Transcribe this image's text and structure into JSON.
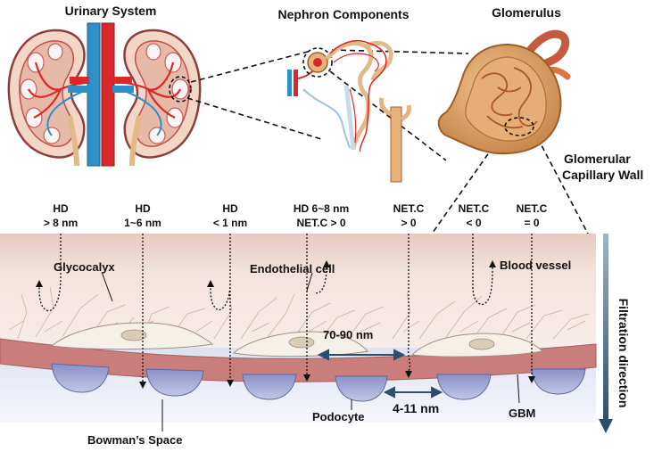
{
  "top_labels": {
    "urinary_system": "Urinary System",
    "nephron_components": "Nephron Components",
    "glomerulus": "Glomerulus",
    "glomerular_capillary_wall_line1": "Glomerular",
    "glomerular_capillary_wall_line2": "Capillary Wall"
  },
  "columns": [
    {
      "line1": "HD",
      "line2": "> 8 nm"
    },
    {
      "line1": "HD",
      "line2": "1~6 nm"
    },
    {
      "line1": "HD",
      "line2": "< 1 nm"
    },
    {
      "line1": "HD 6~8 nm",
      "line2": "NET.C > 0"
    },
    {
      "line1": "NET.C",
      "line2": "> 0"
    },
    {
      "line1": "NET.C",
      "line2": "< 0"
    },
    {
      "line1": "NET.C",
      "line2": "= 0"
    }
  ],
  "wall_labels": {
    "glycocalyx": "Glycocalyx",
    "endothelial_cell": "Endothelial cell",
    "blood_vessel": "Blood vessel",
    "fenestra_size": "70-90 nm",
    "slit_size": "4-11 nm",
    "podocyte": "Podocyte",
    "gbm": "GBM",
    "bowmans_space": "Bowman’s Space",
    "filtration_direction": "Filtration direction"
  },
  "colors": {
    "artery": "#d9282a",
    "vein": "#2f8fc8",
    "kidney_cortex": "#e9c7b4",
    "glomerulus_fill": "#dca066",
    "wall_background": "#f2dcd6",
    "gbm": "#c97e7c",
    "podocyte": "#9ea6d4",
    "endothelial_cell": "#f6f1e8"
  }
}
